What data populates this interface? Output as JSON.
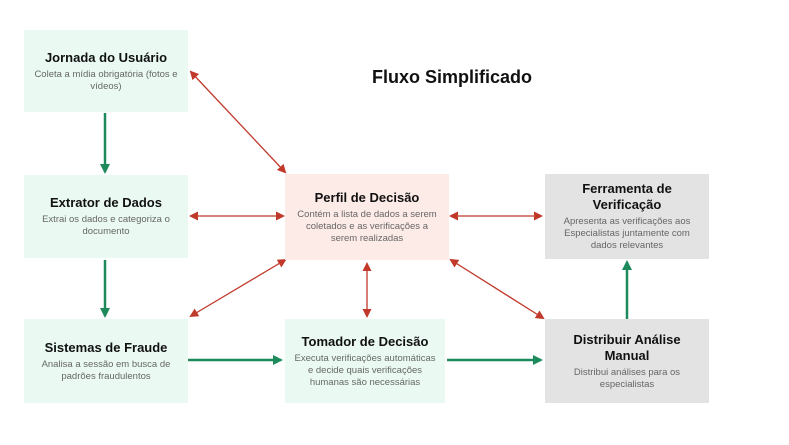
{
  "title": "Fluxo Simplificado",
  "colors": {
    "green_arrow": "#1e8a5c",
    "red_arrow": "#c0392b"
  },
  "nodes": {
    "jornada": {
      "title": "Jornada do Usuário",
      "desc": "Coleta a mídia obrigatória (fotos e vídeos)"
    },
    "extrator": {
      "title": "Extrator de Dados",
      "desc": "Extrai os dados e categoriza o documento"
    },
    "fraude": {
      "title": "Sistemas de Fraude",
      "desc": "Analisa a sessão em busca de padrões fraudulentos"
    },
    "perfil": {
      "title": "Perfil de Decisão",
      "desc": "Contém a lista de dados a serem coletados e as verificações a serem realizadas"
    },
    "tomador": {
      "title": "Tomador de Decisão",
      "desc": "Executa verificações automáticas e decide quais verificações humanas são necessárias"
    },
    "ferramenta": {
      "title": "Ferramenta de Verificação",
      "desc": "Apresenta as verificações aos Especialistas juntamente com dados relevantes"
    },
    "distribuir": {
      "title": "Distribuir Análise Manual",
      "desc": "Distribui análises para os especialistas"
    }
  }
}
